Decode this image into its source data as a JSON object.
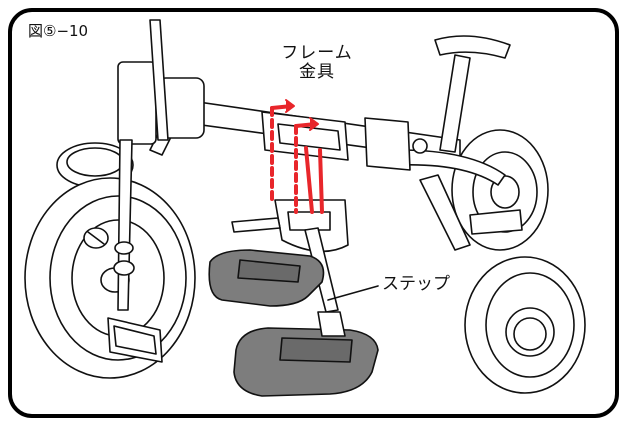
{
  "figure": {
    "number": "図⑤−10"
  },
  "labels": {
    "frame_fitting_line1": "フレーム",
    "frame_fitting_line2": "金具",
    "step": "ステップ"
  },
  "colors": {
    "outline": "#111111",
    "arrow": "#e8262b",
    "step_fill": "#7d7d7d",
    "border": "#000000"
  }
}
